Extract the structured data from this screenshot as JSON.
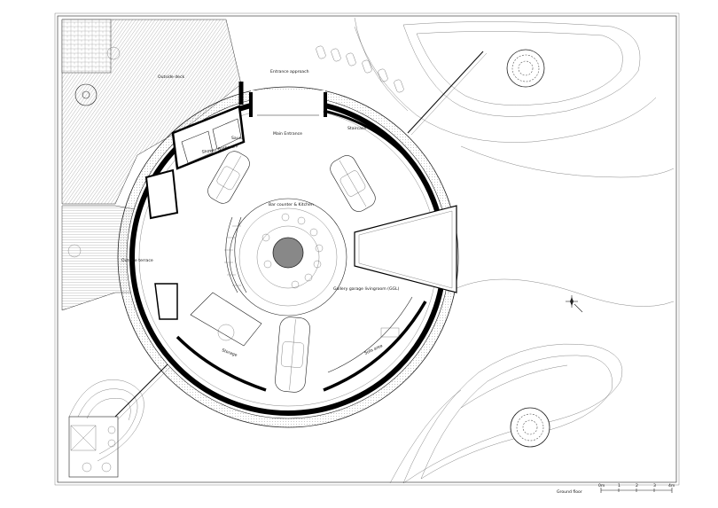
{
  "labels": {
    "outside_deck": "Outside deck",
    "entrance_approach": "Entrance approach",
    "main_entrance": "Main Entrance",
    "staircase": "Staircase",
    "shower_bathroom": "Shower·Bathroom",
    "sauna": "Sauna",
    "outside_terrace": "Outside terrace",
    "bar_counter": "Bar counter & Kitchen",
    "gallery": "Gallery garage livingroom (GGL)",
    "storage": "Storage",
    "sofa_area": "Sofa area",
    "title": "Ground floor"
  },
  "scale_bar": {
    "ticks": [
      "0m",
      "1",
      "2",
      "3",
      "4m"
    ]
  },
  "icons": {
    "compass": "north-arrow-icon",
    "trees": "tree-icon"
  }
}
